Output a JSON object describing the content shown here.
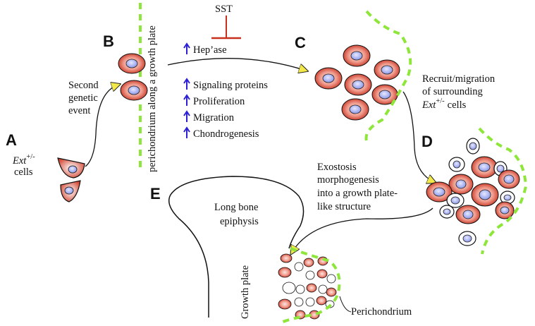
{
  "panels": {
    "a": "A",
    "b": "B",
    "c": "C",
    "d": "D",
    "e": "E"
  },
  "panel_a": {
    "ext": "Ext",
    "genotype": "+/-",
    "cells": "cells"
  },
  "second_event": {
    "line1": "Second",
    "line2": "genetic",
    "line3": "event"
  },
  "perichondrium_vertical": "perichondrium along a growth plate",
  "inhibitor": "SST",
  "effects": {
    "hepase": "Hep’ase",
    "signaling": "Signaling proteins",
    "proliferation": "Proliferation",
    "migration": "Migration",
    "chondrogenesis": "Chondrogenesis"
  },
  "recruit": {
    "line1": "Recruit/migration",
    "line2": "of surrounding",
    "ext": "Ext",
    "genotype": "+/-",
    "cells": "cells"
  },
  "exostosis": {
    "line1": "Exostosis",
    "line2": "morphogenesis",
    "line3": "into a growth plate-",
    "line4": "like structure"
  },
  "bone": {
    "line1": "Long bone",
    "line2": "epiphysis"
  },
  "growth_plate": "Growth plate",
  "perichondrium": "Perichondrium",
  "colors": {
    "cell_outer": "#c8301e",
    "cell_inner": "#f6cdc4",
    "nucleus": "#a9b4f2",
    "dashed_line": "#8ee63a",
    "arrow_up": "#2a1fd6",
    "inhibit": "#c8301e",
    "arrowhead": "#f2e84a"
  }
}
